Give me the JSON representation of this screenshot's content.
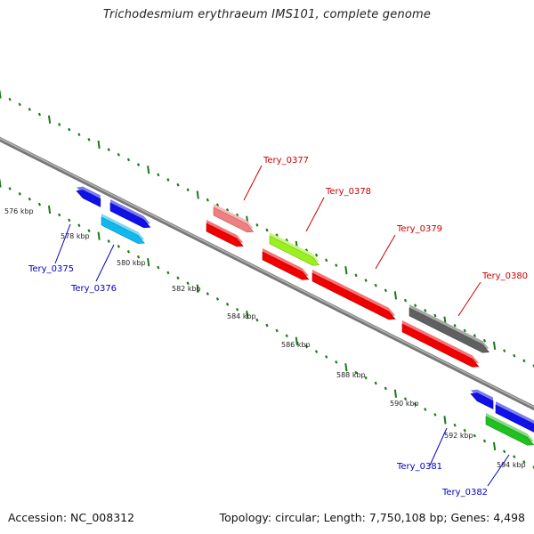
{
  "title": "Trichodesmium erythraeum IMS101, complete genome",
  "footer": {
    "accession": "Accession: NC_008312",
    "topology": "Topology: circular; Length: 7,750,108 bp; Genes: 4,498"
  },
  "kbp_labels": [
    "576 kbp",
    "578 kbp",
    "580 kbp",
    "582 kbp",
    "584 kbp",
    "586 kbp",
    "588 kbp",
    "590 kbp",
    "592 kbp",
    "594 kbp"
  ],
  "gene_labels": [
    "Tery_0375",
    "Tery_0376",
    "Tery_0377",
    "Tery_0378",
    "Tery_0379",
    "Tery_0380",
    "Tery_0381",
    "Tery_0382"
  ],
  "colors": {
    "backbone": "#8a8a8a",
    "tick": "#1a7a1a",
    "label_forward": "#cc0000",
    "label_reverse": "#0000cc",
    "blue": "#1010e8",
    "cyan": "#10b8f0",
    "pink": "#f08080",
    "red": "#f00000",
    "lime": "#9cf020",
    "gray": "#606060",
    "green": "#20c020"
  }
}
